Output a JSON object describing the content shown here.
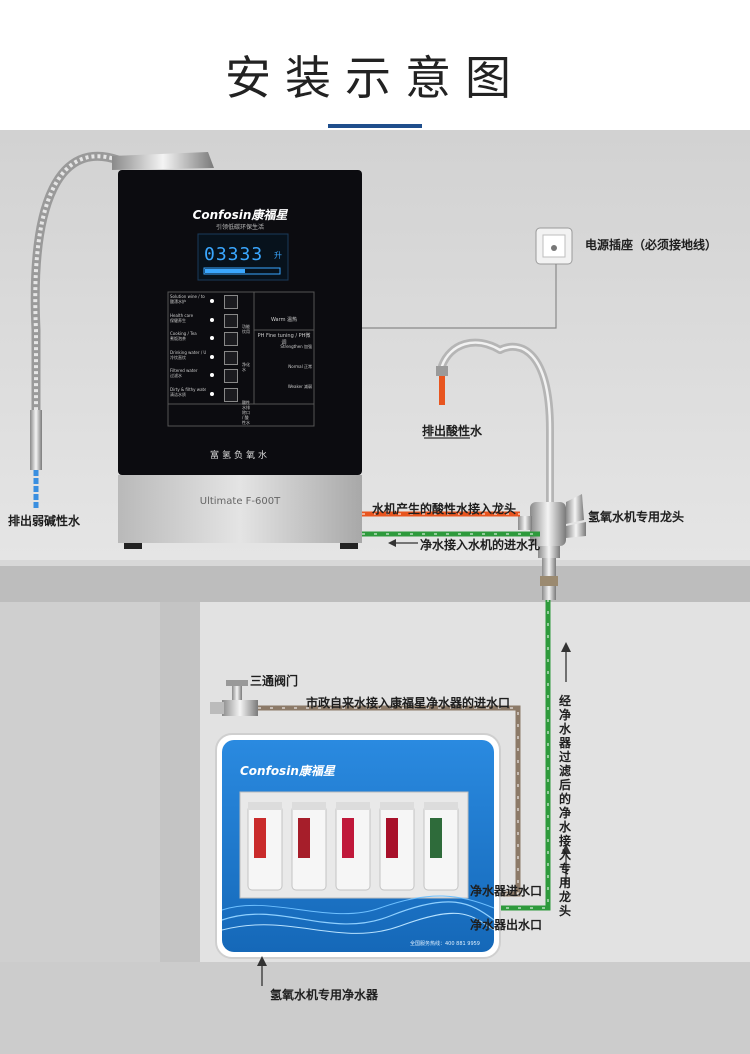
{
  "title": "安装示意图",
  "device": {
    "brand": "Confosin康福星",
    "slogan": "引领低碳环保生活",
    "display_value": "03333",
    "display_unit": "升",
    "buttons": [
      {
        "label": "Solution wine / to protect bed",
        "cn": "酸漂水护"
      },
      {
        "label": "Health care",
        "cn": "保健养生"
      },
      {
        "label": "Cooking / Tea",
        "cn": "煮饭泡茶"
      },
      {
        "label": "Drinking water / Ultra reduction",
        "cn": "冷饮直饮"
      },
      {
        "label": "Filtered water",
        "cn": "过滤水"
      },
      {
        "label": "Dirty & filthy water",
        "cn": "清洁水质"
      }
    ],
    "side_labels": [
      "功能饮用",
      "净化水",
      "酸性水排除口 / 酸性水"
    ],
    "warm_button": "Warm 温热",
    "ph_title": "PH Fine tuning / PH微调",
    "ph_levels": [
      "Strengthen 加强",
      "Normal 正常",
      "Weaker 减弱"
    ],
    "product_line": "富氢负氧水",
    "model": "Ultimate F-600T"
  },
  "purifier": {
    "brand": "Confosin康福星",
    "footer": "全国服务热线：400 881 9959"
  },
  "labels": {
    "power_socket": "电源插座（必须接地线）",
    "acid_drain": "排出酸性水",
    "alkaline_drain": "排出弱碱性水",
    "acid_to_faucet": "水机产生的酸性水接入龙头",
    "faucet": "氢氧水机专用龙头",
    "pure_to_machine": "净水接入水机的进水孔",
    "three_way_valve": "三通阀门",
    "tap_to_purifier": "市政自来水接入康福星净水器的进水口",
    "filtered_to_faucet": "经净水器过滤后的净水接入专用龙头",
    "purifier_inlet": "净水器进水口",
    "purifier_outlet": "净水器出水口",
    "purifier_name": "氢氧水机专用净水器"
  },
  "colors": {
    "wall": "#dcdcdc",
    "counter": "#c9c9c9",
    "cabinet": "#d6d6d6",
    "device_panel": "#0c0c10",
    "display": "#3aa7ff",
    "acid_line": "#e8551f",
    "green_line": "#2e9a3c",
    "tap_line": "#8c7a68",
    "purifier_body": "#1f7fd1",
    "accent": "#1f4e8c",
    "alkaline_line": "#3a8fe0"
  }
}
